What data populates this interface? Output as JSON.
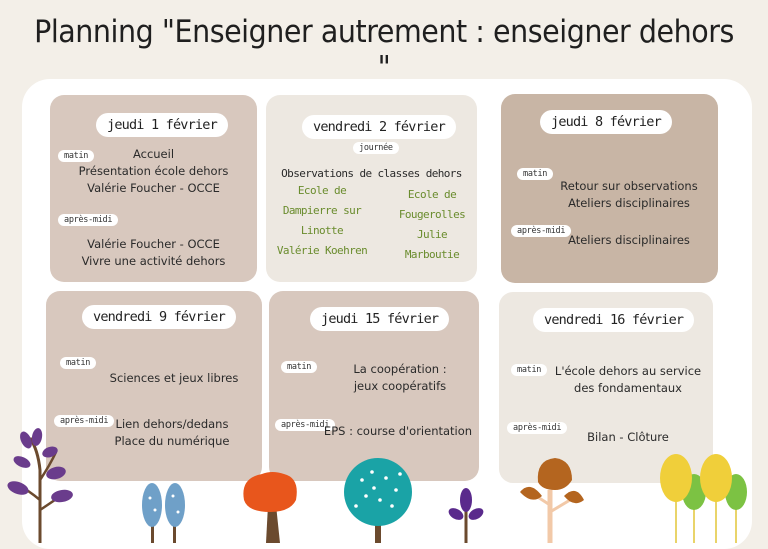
{
  "title": "Planning \"Enseigner autrement : enseigner dehors \"",
  "cards": [
    {
      "day": "jeudi 1 février",
      "morning_tag": "matin",
      "morning_lines": [
        "Accueil",
        "Présentation école dehors",
        "Valérie Foucher - OCCE"
      ],
      "afternoon_tag": "après-midi",
      "afternoon_lines": [
        "Valérie Foucher - OCCE",
        "Vivre une activité dehors"
      ]
    },
    {
      "day": "vendredi 2 février",
      "day_tag": "journée",
      "heading": "Observations de classes dehors",
      "left_lines": [
        "Ecole de",
        "Dampierre sur",
        "Linotte",
        "Valérie Koehren"
      ],
      "right_lines": [
        "Ecole de",
        "Fougerolles",
        "Julie",
        "Marboutie"
      ]
    },
    {
      "day": "jeudi 8 février",
      "morning_tag": "matin",
      "morning_lines": [
        "Retour sur observations",
        "Ateliers disciplinaires"
      ],
      "afternoon_tag": "après-midi",
      "afternoon_lines": [
        "Ateliers disciplinaires"
      ]
    },
    {
      "day": "vendredi 9 février",
      "morning_tag": "matin",
      "morning_lines": [
        "Sciences et jeux libres"
      ],
      "afternoon_tag": "après-midi",
      "afternoon_lines": [
        "Lien dehors/dedans",
        "Place du numérique"
      ]
    },
    {
      "day": "jeudi 15 février",
      "morning_tag": "matin",
      "morning_lines": [
        "La coopération :",
        "jeux coopératifs"
      ],
      "afternoon_tag": "après-midi",
      "afternoon_lines": [
        "EPS : course d'orientation"
      ]
    },
    {
      "day": "vendredi 16 février",
      "morning_tag": "matin",
      "morning_lines": [
        "L'école dehors au service",
        "des fondamentaux"
      ],
      "afternoon_tag": "après-midi",
      "afternoon_lines": [
        "Bilan - Clôture"
      ]
    }
  ],
  "colors": {
    "background": "#f3efe8",
    "card_dark": "#c8b5a5",
    "card_rose": "#d8c8be",
    "card_light": "#ede8e1",
    "school_text": "#6a8c2d"
  },
  "icons": [
    "purple-plant-icon",
    "blue-tree-icon",
    "orange-tree-icon",
    "teal-tree-icon",
    "violet-plant-icon",
    "brown-tree-icon",
    "yellow-green-tree-icon"
  ]
}
